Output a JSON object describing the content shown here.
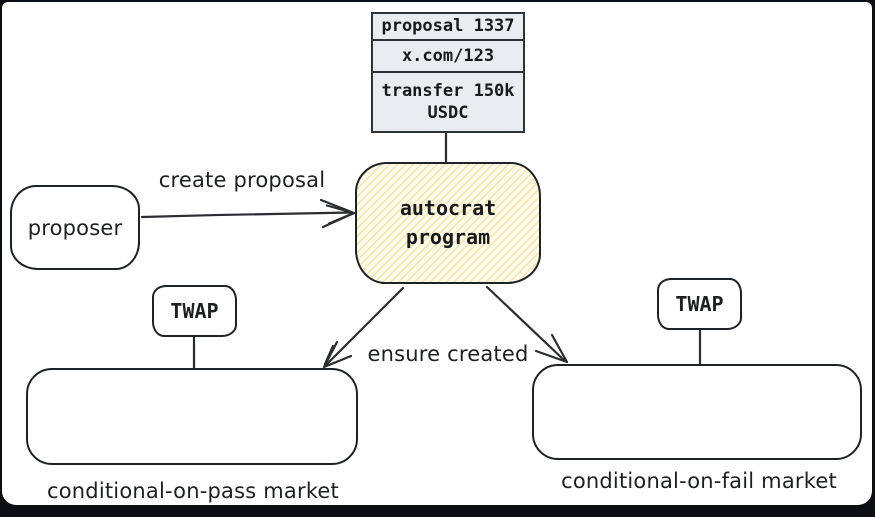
{
  "frame": {
    "background_color": "#0b0e13",
    "canvas_color": "#ffffff"
  },
  "proposal_card": {
    "row_proposal": "proposal 1337",
    "row_link": "x.com/123",
    "row_action": "transfer 150k USDC",
    "bg_color": "#e9edf1",
    "border_color": "#2f3437"
  },
  "nodes": {
    "proposer": {
      "label": "proposer"
    },
    "autocrat": {
      "label": "autocrat program",
      "fill_base_color": "#fffcf0",
      "hatch_color": "#f0c646"
    },
    "twap_left": {
      "label": "TWAP"
    },
    "twap_right": {
      "label": "TWAP"
    },
    "pass_market": {
      "caption": "conditional-on-pass market"
    },
    "fail_market": {
      "caption": "conditional-on-fail market"
    }
  },
  "edges": {
    "create_proposal_label": "create proposal",
    "ensure_created_label": "ensure created",
    "stroke_color": "#2b2d30"
  }
}
